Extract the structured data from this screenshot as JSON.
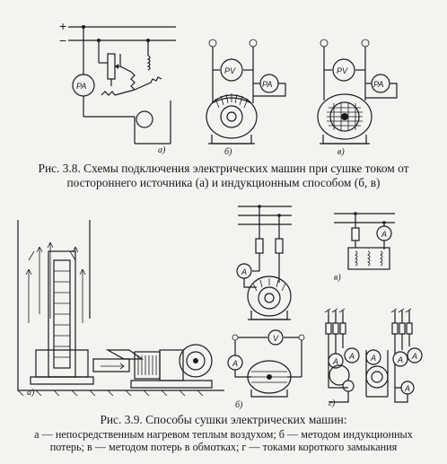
{
  "figure_3_8": {
    "sign_plus": "+",
    "sign_minus": "−",
    "meter_a": "PA",
    "meter_b_v": "PV",
    "meter_b_a": "PA",
    "meter_c_v": "PV",
    "meter_c_a": "PA",
    "sub_a": "а)",
    "sub_b": "б)",
    "sub_c": "в)",
    "caption_line1": "Рис. 3.8. Схемы подключения электрических машин при сушке током от",
    "caption_line2": "постороннего источника (а) и индукционным способом (б, в)"
  },
  "figure_3_9": {
    "meter_b_a": "A",
    "meter_c_a": "A",
    "meter_v": "V",
    "meter_v_a": "A",
    "meter_g_a1": "A",
    "meter_g_a2": "A",
    "meter_g_a3": "A",
    "meter_g_a4": "A",
    "meter_g_a5": "A",
    "meter_g_a6": "A",
    "sub_a": "а)",
    "sub_b": "б)",
    "sub_v": "в)",
    "sub_g": "г)",
    "caption_title": "Рис. 3.9. Способы сушки электрических машин:",
    "caption_line1": "а — непосредственным нагревом теплым воздухом; б — методом индукционных",
    "caption_line2": "потерь; в — методом потерь в обмотках; г — токами короткого замыкания"
  }
}
